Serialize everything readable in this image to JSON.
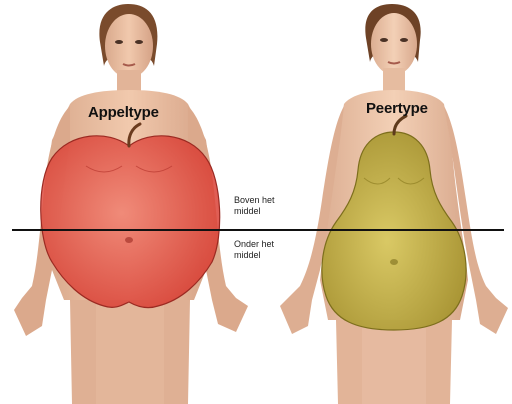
{
  "figure": {
    "left": {
      "label": "Appeltype",
      "shape": "apple",
      "shape_color": "#e8463e"
    },
    "right": {
      "label": "Peertype",
      "shape": "pear",
      "shape_color": "#b8a832"
    },
    "waist_line": {
      "above_line1": "Boven het",
      "above_line2": "middel",
      "below_line1": "Onder het",
      "below_line2": "middel"
    }
  }
}
